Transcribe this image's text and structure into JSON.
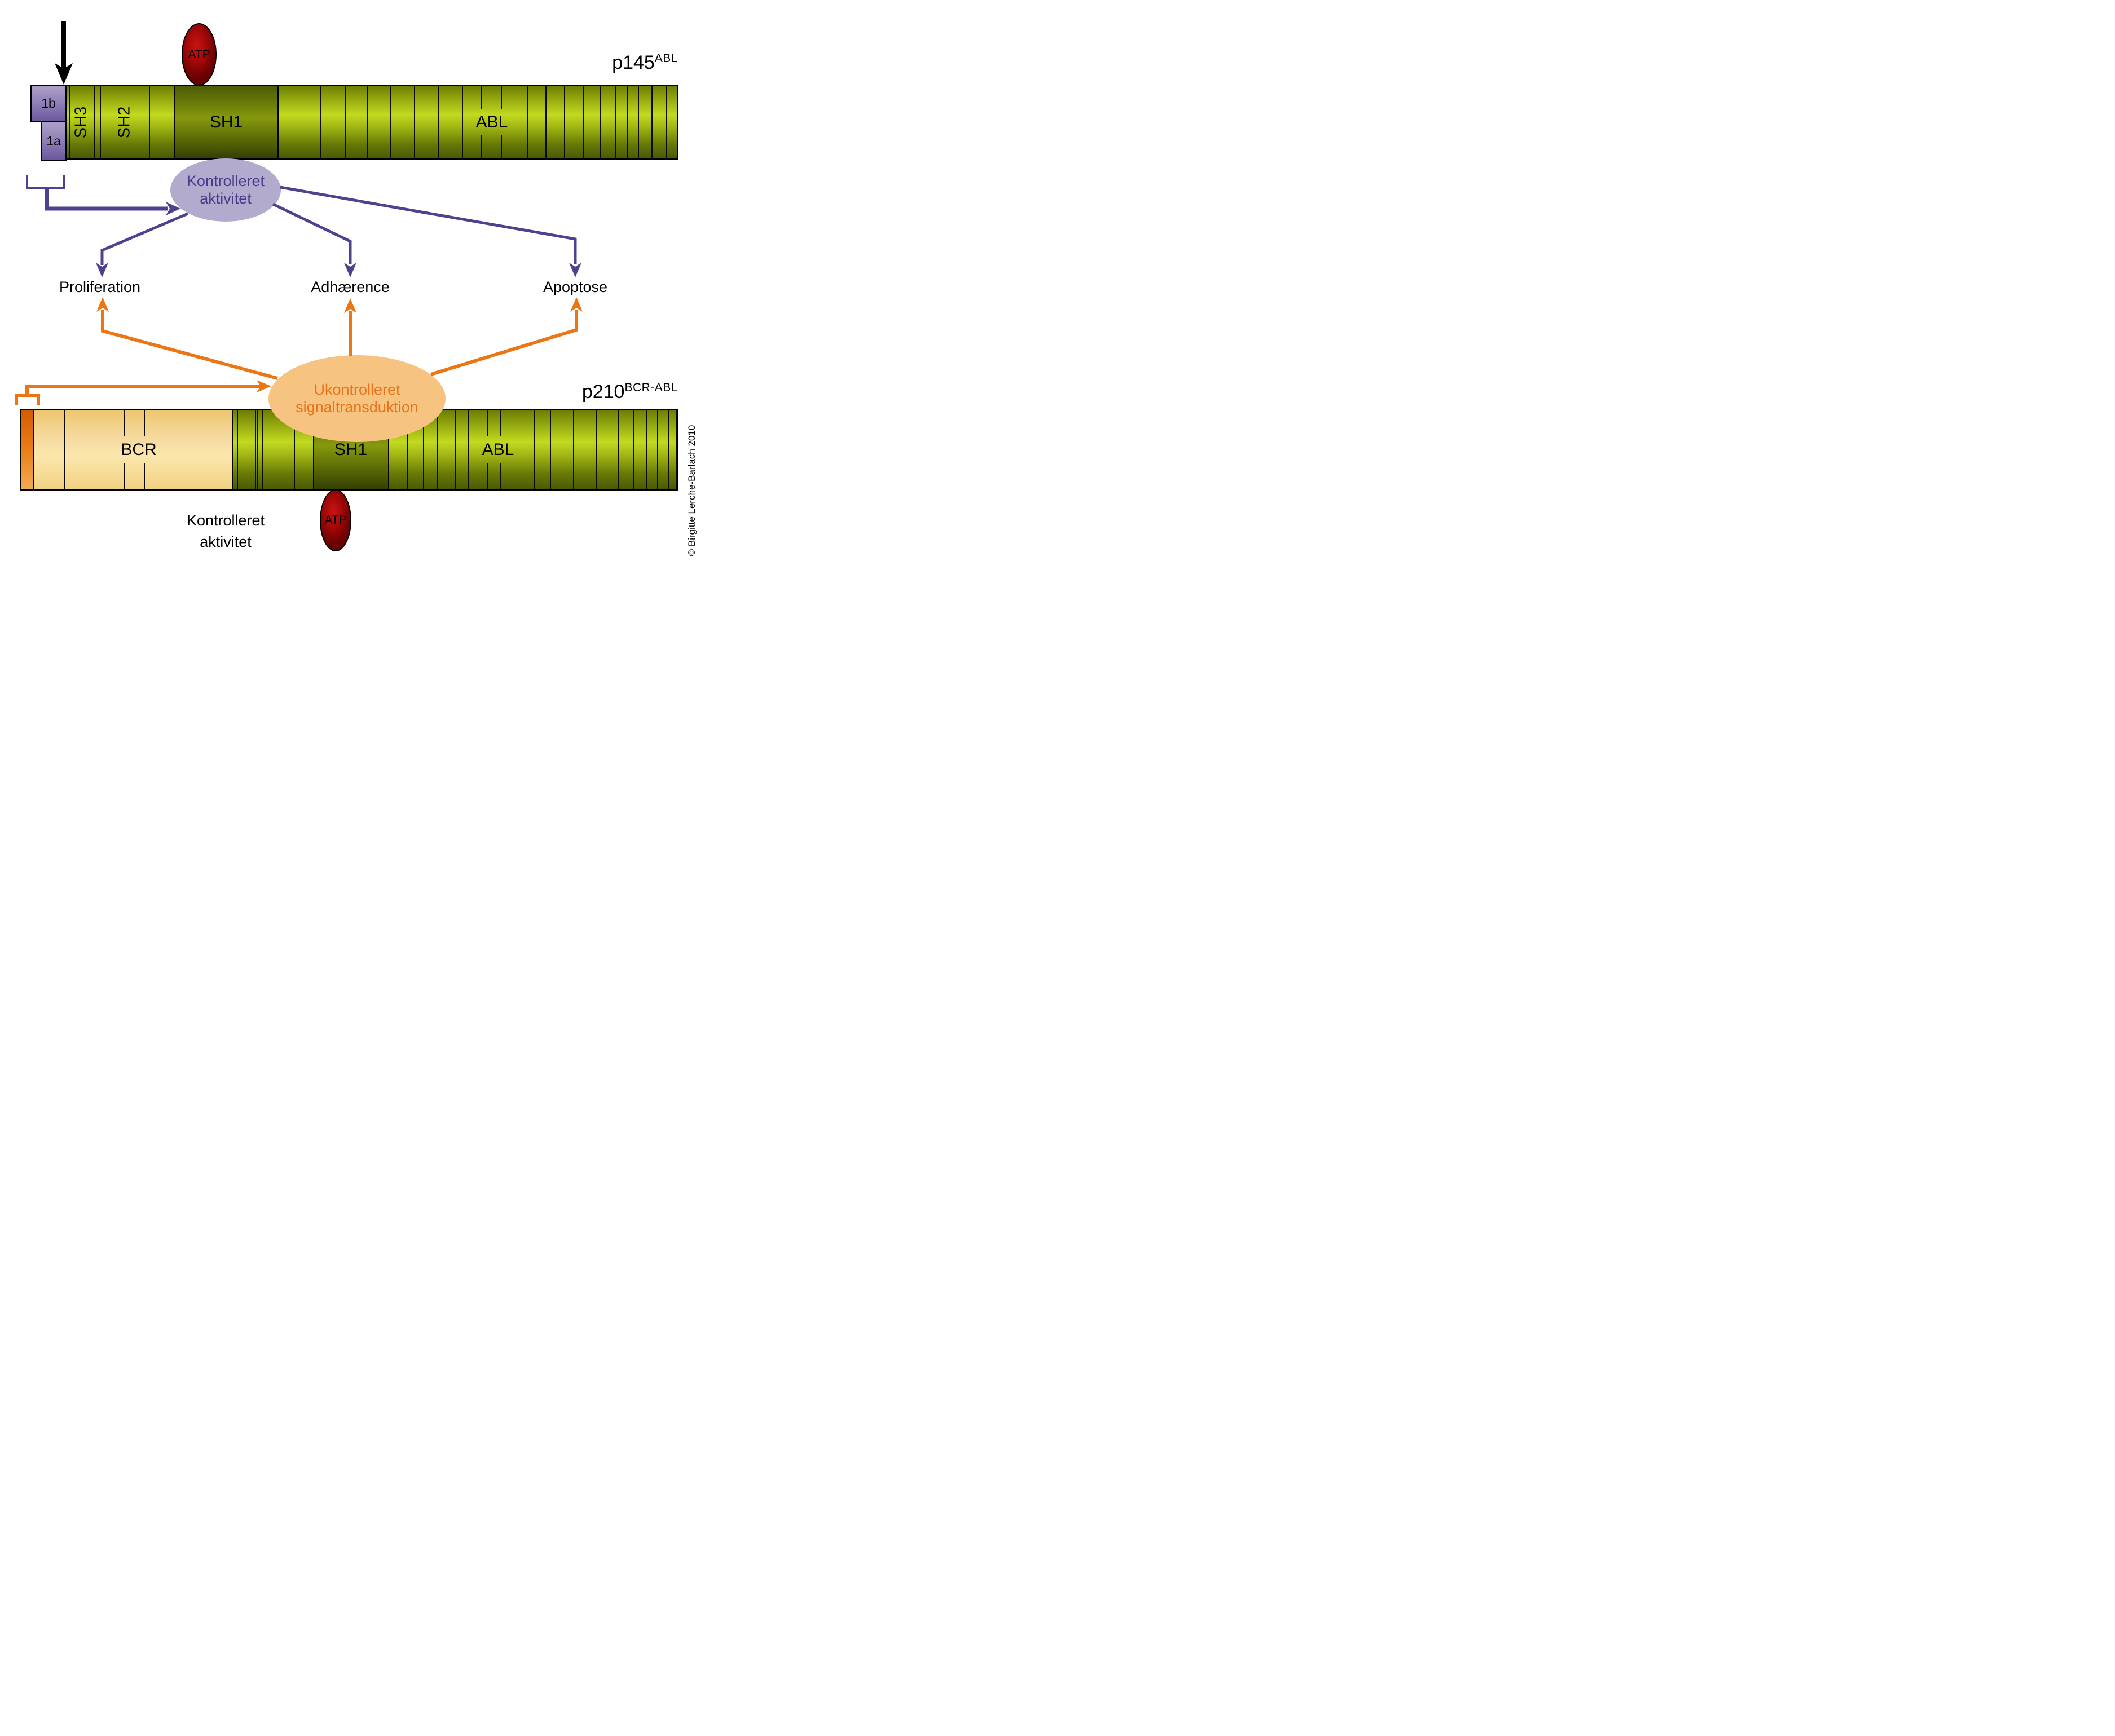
{
  "p145_label": {
    "base": "p145",
    "sup": "ABL"
  },
  "p210_label": {
    "base": "p210",
    "sup": "BCR-ABL"
  },
  "top_bar": {
    "label_1b": "1b",
    "label_1a": "1a",
    "sh3": "SH3",
    "sh2": "SH2",
    "sh1": "SH1",
    "abl": "ABL"
  },
  "bottom_bar": {
    "bcr": "BCR",
    "sh1": "SH1",
    "abl": "ABL"
  },
  "atp": {
    "top": "ATP",
    "bottom": "ATP"
  },
  "controlled_ellipse": {
    "line1": "Kontrolleret",
    "line2": "aktivitet"
  },
  "uncontrolled_ellipse": {
    "line1": "Ukontrolleret",
    "line2": "signaltransduktion"
  },
  "bottom_caption": {
    "line1": "Kontrolleret",
    "line2": "aktivitet"
  },
  "outcomes": {
    "proliferation": "Proliferation",
    "adhaerence": "Adhærence",
    "apoptose": "Apoptose"
  },
  "copyright": "© Birgitte Lerche-Barlach 2010",
  "colors": {
    "purple_arrow": "#50408f",
    "purple_ellipse_fill": "#b3abce",
    "purple_text": "#4b3b8c",
    "orange_arrow": "#ec7514",
    "orange_ellipse_fill": "#f6c480",
    "orange_text": "#e8731a",
    "green_bright": "#c3da20",
    "green_dark": "#4c5a06",
    "tan": "#f6daa0",
    "atp_red": "#a40808",
    "exon_purple": "#9183b8"
  },
  "segment_lines": {
    "top": {
      "stub": 42,
      "full": [
        3,
        48,
        58,
        145,
        448,
        493,
        531,
        573,
        615,
        657,
        700,
        816,
        848,
        881,
        915,
        945,
        972,
        992,
        1012,
        1036,
        1061
      ],
      "broken": [
        733,
        769
      ]
    },
    "bottom": {
      "stub": 46,
      "full": [
        76,
        382,
        414,
        418,
        426,
        483,
        683,
        712,
        737,
        769,
        791,
        908,
        937,
        978,
        1019,
        1057,
        1085,
        1108,
        1127,
        1146,
        1161
      ],
      "broken": [
        181,
        217,
        826,
        848
      ]
    }
  }
}
